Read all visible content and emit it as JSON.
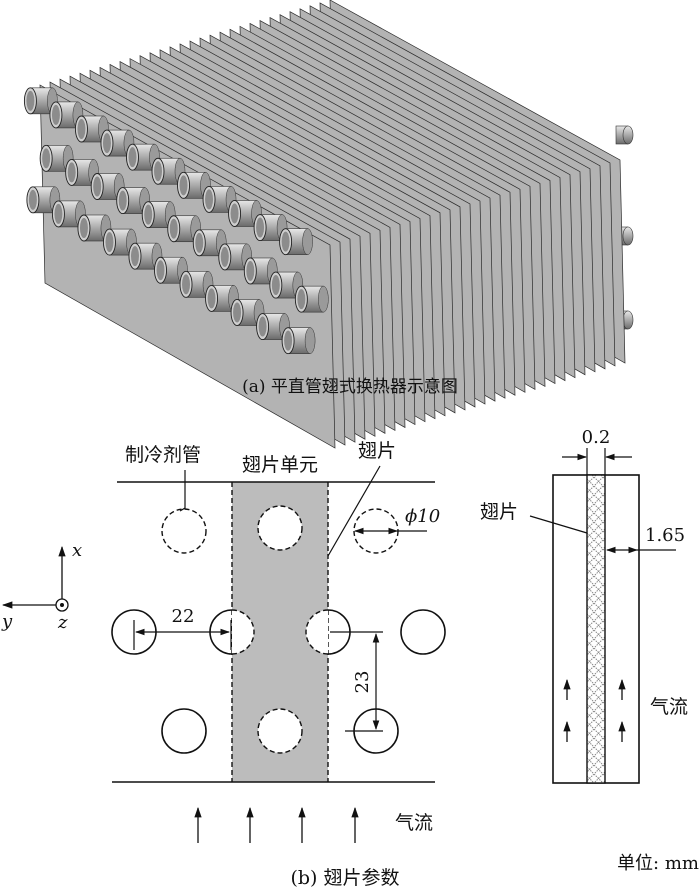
{
  "figure_a": {
    "caption": "(a) 平直管翅式换热器示意图",
    "fin_count": 30,
    "tube_rows": 3,
    "tubes_per_row": 11
  },
  "figure_b": {
    "caption": "(b) 翅片参数",
    "labels": {
      "tube": "制冷剂管",
      "fin_unit": "翅片单元",
      "fin": "翅片",
      "airflow": "气流"
    },
    "dimensions": {
      "diameter": "ϕ10",
      "transverse_pitch": "22",
      "longitudinal_pitch": "23"
    },
    "axes": {
      "x": "x",
      "y": "y",
      "z": "z"
    }
  },
  "side_view": {
    "fin_label": "翅片",
    "airflow": "气流",
    "fin_thickness": "0.2",
    "fin_gap": "1.65",
    "unit": "单位: mm"
  },
  "colors": {
    "fin": "#b3b3b3",
    "unit_band": "#bcbcbc",
    "line": "#111111"
  }
}
